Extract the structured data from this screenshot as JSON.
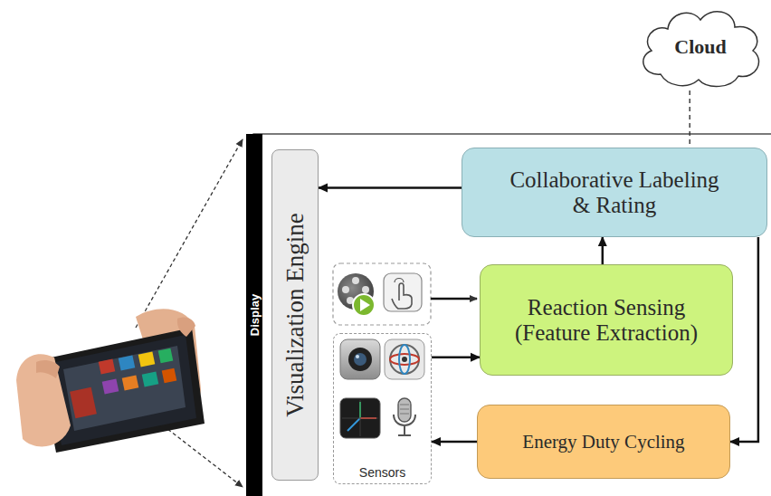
{
  "diagram": {
    "nodes": [
      {
        "text": [
          "Cloud"
        ]
      },
      {
        "text": [
          "Display"
        ]
      },
      {
        "text": [
          "Visualization Engine"
        ]
      },
      {
        "text": [
          "Collaborative Labeling & Rating"
        ]
      },
      {
        "text": [
          "Reaction Sensing (Feature Extraction)"
        ]
      },
      {
        "text": [
          "Sensors"
        ]
      },
      {
        "text": [
          "Energy Duty Cycling"
        ]
      }
    ],
    "edges": [
      {
        "from": 3,
        "to": 2,
        "arrow": "to"
      },
      {
        "from": 4,
        "to": 3,
        "arrow": "to"
      },
      {
        "from": 3,
        "to": 6,
        "arrow": "to"
      },
      {
        "from": 6,
        "to": 5,
        "arrow": "to"
      },
      {
        "from": 5,
        "to": 4,
        "arrow": "to"
      },
      {
        "from": 0,
        "to": 3,
        "arrow": "none"
      }
    ]
  }
}
